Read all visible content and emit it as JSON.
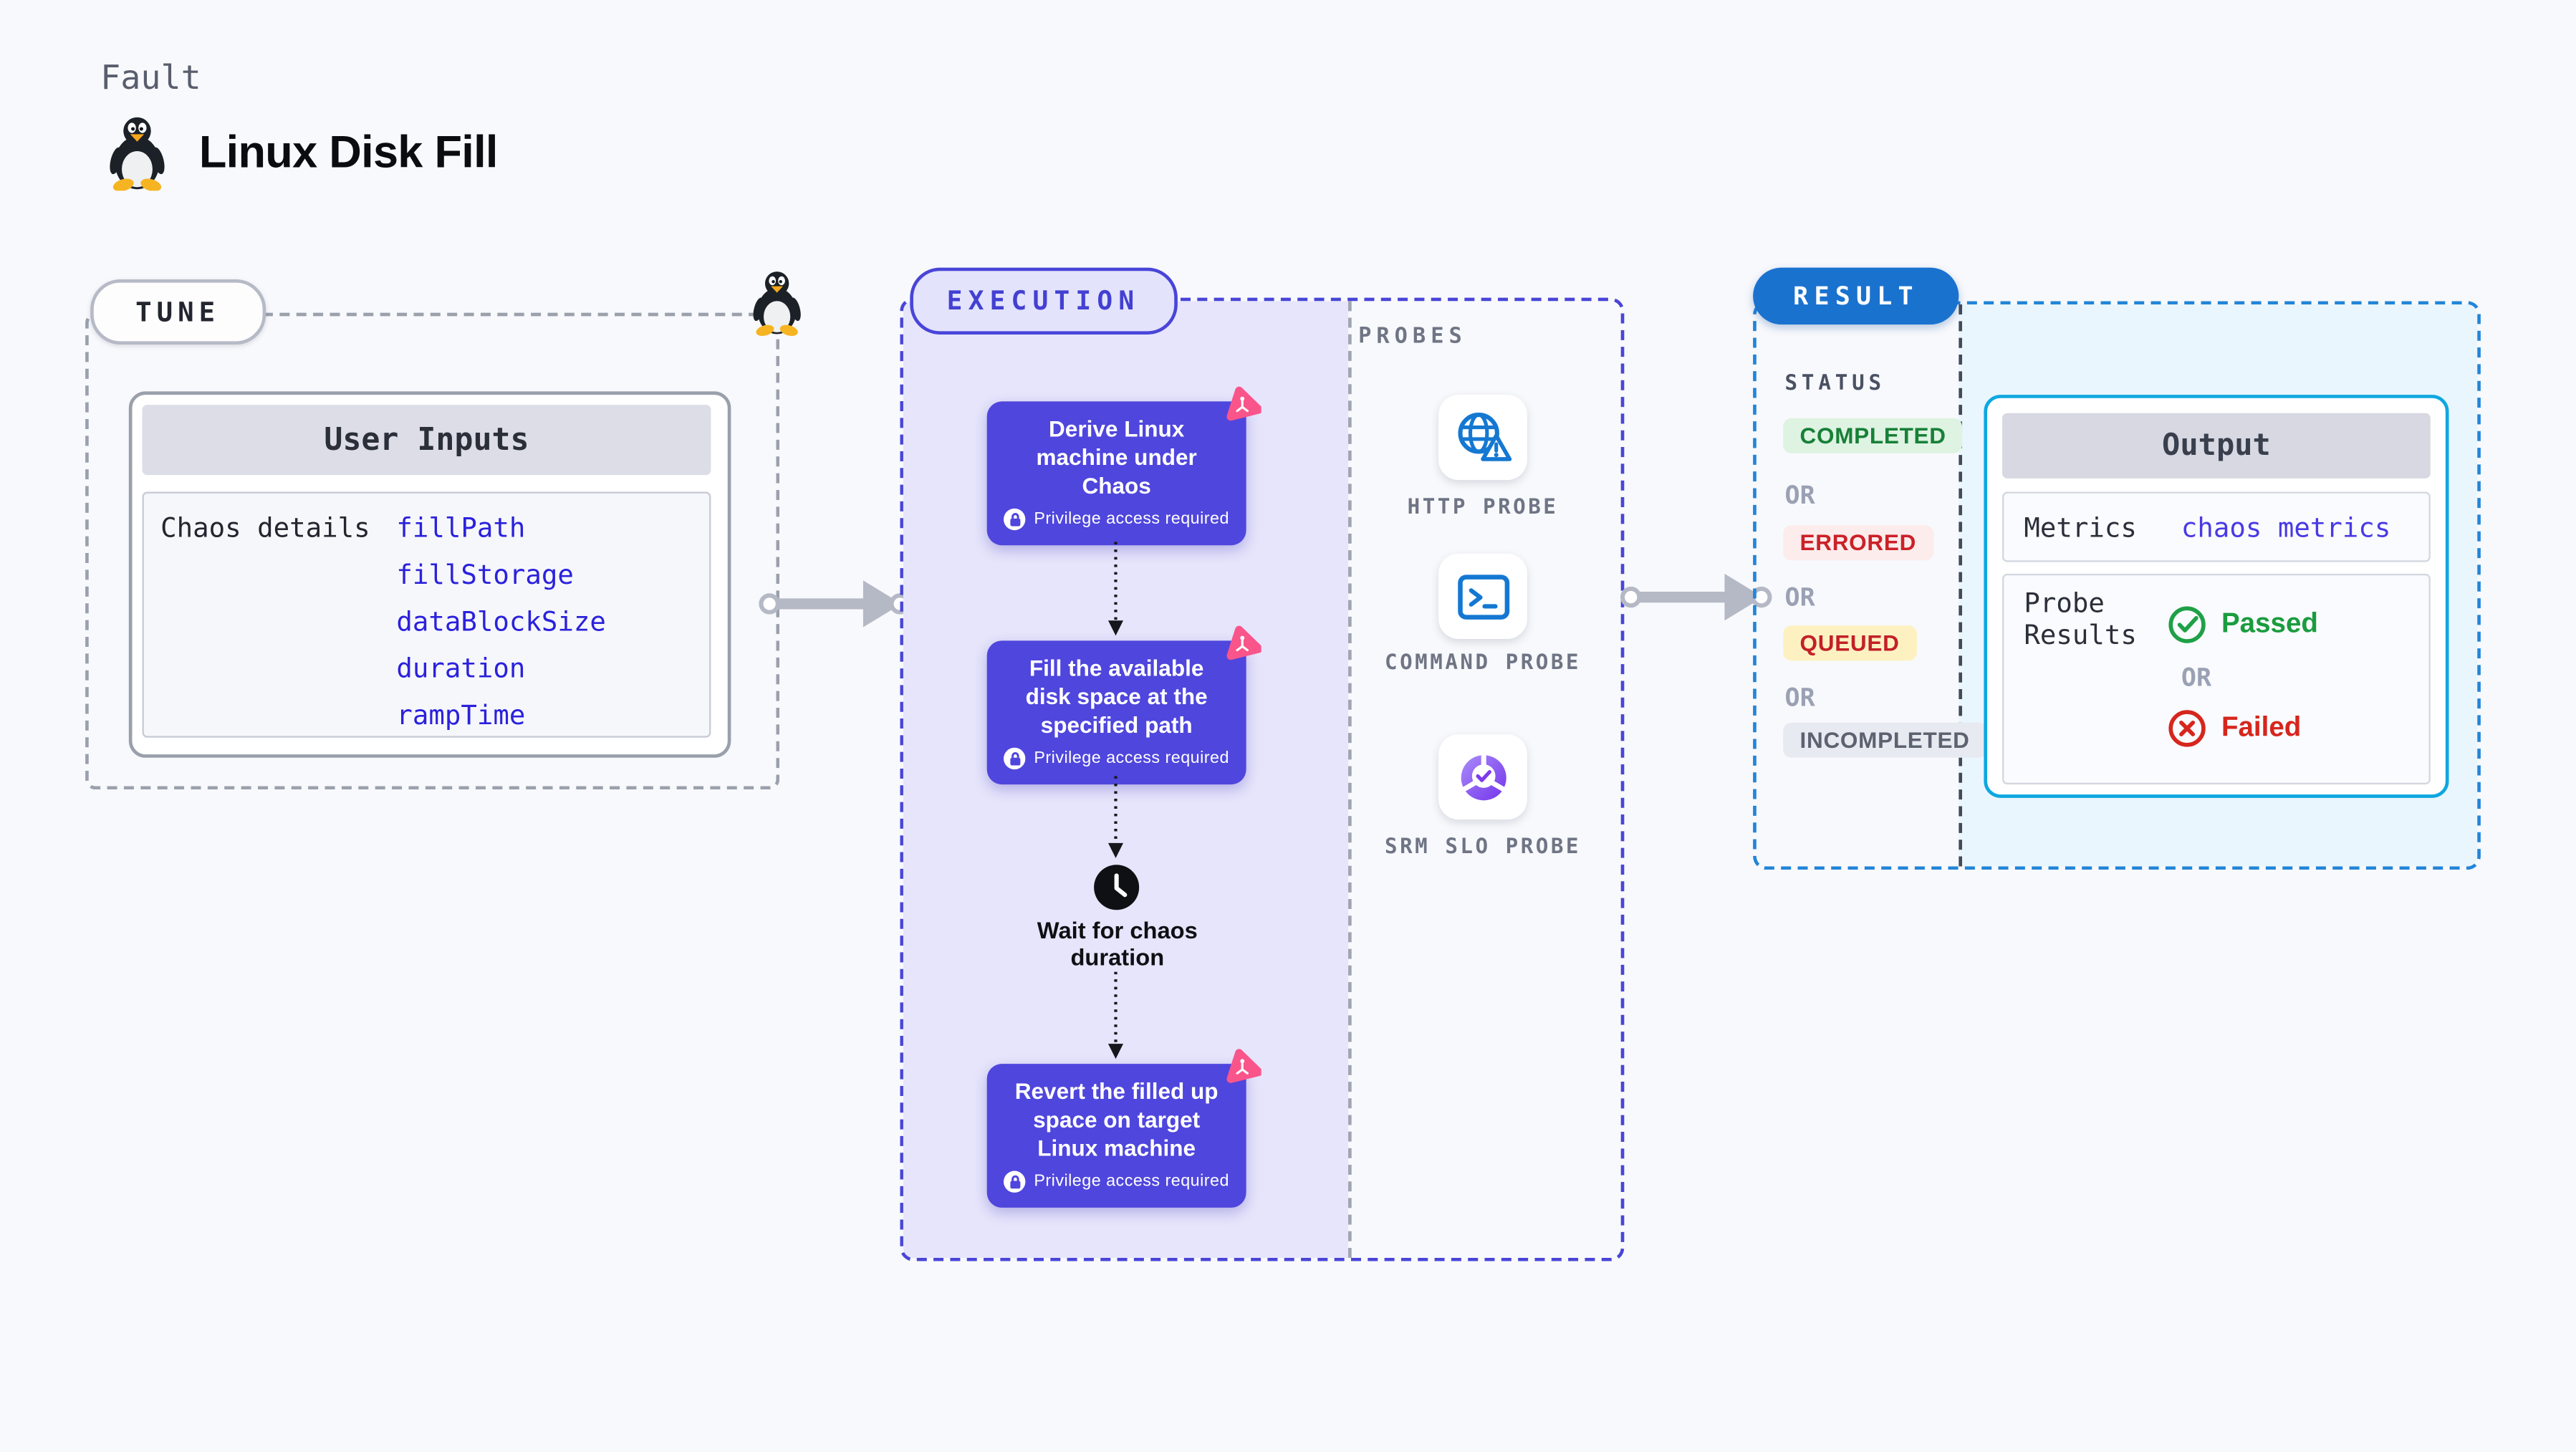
{
  "header": {
    "kicker": "Fault",
    "title": "Linux Disk Fill"
  },
  "tune": {
    "badge": "TUNE",
    "card_title": "User Inputs",
    "row_label": "Chaos details",
    "inputs": [
      "fillPath",
      "fillStorage",
      "dataBlockSize",
      "duration",
      "rampTime"
    ]
  },
  "execution": {
    "badge": "EXECUTION",
    "privilege_note": "Privilege access required",
    "steps": [
      "Derive Linux machine under Chaos",
      "Fill the available disk space at the specified path",
      "Revert the filled up space on target Linux machine"
    ],
    "wait_label": "Wait for chaos duration"
  },
  "probes": {
    "title": "PROBES",
    "items": [
      "HTTP PROBE",
      "COMMAND PROBE",
      "SRM SLO PROBE"
    ]
  },
  "result": {
    "badge": "RESULT",
    "status_title": "STATUS",
    "or_label": "OR",
    "statuses": [
      "COMPLETED",
      "ERRORED",
      "QUEUED",
      "INCOMPLETED"
    ],
    "output": {
      "title": "Output",
      "metrics_label": "Metrics",
      "metrics_value": "chaos metrics",
      "probe_results_label": "Probe Results",
      "passed": "Passed",
      "or_label": "OR",
      "failed": "Failed"
    }
  },
  "icons": {
    "fault": "tux-penguin-icon",
    "steps": "chaos-pink-icon, lock-icon",
    "wait": "clock-icon",
    "probes": "globe-warning-icon, terminal-icon, slo-donut-check-icon",
    "output": "check-circle-icon, x-circle-icon"
  },
  "colors": {
    "page_bg": "#f8f9fc",
    "accent_indigo": "#4945d8",
    "execution_fill": "#e6e5fb",
    "node_purple": "#4f46dd",
    "chaos_pink": "#f9558a",
    "probe_blue": "#1478d2",
    "result_blue": "#1a72cf",
    "result_dashed": "#2285d8",
    "output_border": "#0ea7e0",
    "output_fill": "#e9f6fd",
    "link_blue": "#2b21dc",
    "passed_green": "#1a9c3f",
    "failed_red": "#d6261d",
    "completed_bg": "#def3e1",
    "errored_bg": "#fcecec",
    "queued_bg": "#fdf1c2",
    "incompleted_bg": "#e8eaf1",
    "arrow_gray": "#b5b9c5"
  }
}
